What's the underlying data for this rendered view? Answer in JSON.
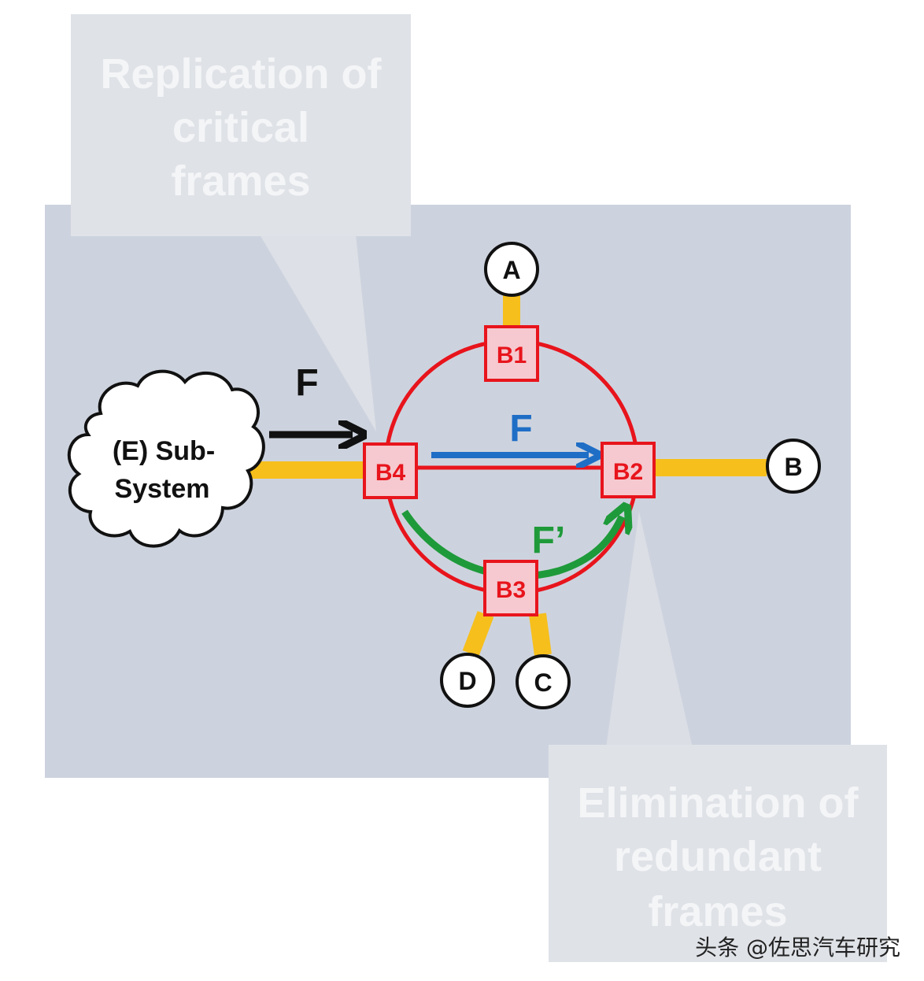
{
  "callouts": {
    "top": [
      "Replication of",
      "critical",
      "frames"
    ],
    "bottom": [
      "Elimination of",
      "redundant",
      "frames"
    ]
  },
  "subsystem": [
    "(E) Sub-",
    "System"
  ],
  "bridges": {
    "b1": "B1",
    "b2": "B2",
    "b3": "B3",
    "b4": "B4"
  },
  "end_nodes": {
    "a": "A",
    "b": "B",
    "c": "C",
    "d": "D"
  },
  "arrows": {
    "incoming": "F",
    "forward": "F",
    "replica": "F’"
  },
  "watermark": "头条 @佐思汽车研究",
  "colors": {
    "background_panel": "#cdd3de",
    "callout": "#dfe2e7",
    "ring": "#e8141c",
    "link": "#f6bf1b",
    "arrow_incoming": "#111111",
    "arrow_forward": "#1f6ec6",
    "arrow_replica": "#1e9a3a"
  }
}
